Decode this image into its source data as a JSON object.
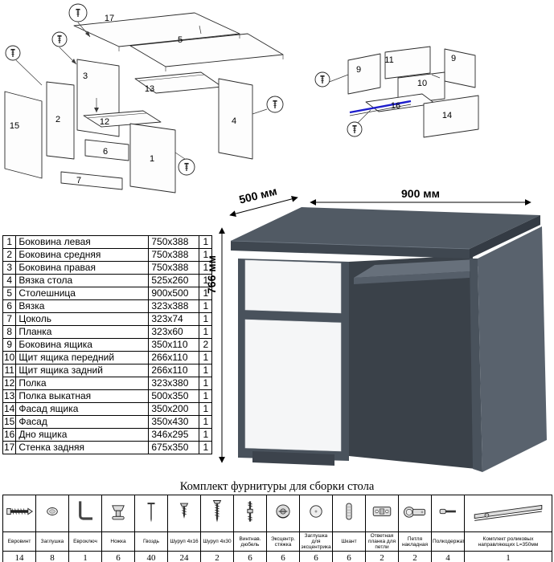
{
  "colors": {
    "desk_body": "#4e5760",
    "desk_top": "#515a64",
    "desk_front_panels": "#f5f6f7",
    "interior_shadow": "#3a4149",
    "highlight_blue": "#1c1ccc"
  },
  "desk": {
    "width_label": "900 мм",
    "depth_label": "500 мм",
    "height_label": "766 мм"
  },
  "diagram_left": {
    "labels": [
      "17",
      "5",
      "3",
      "13",
      "12",
      "2",
      "15",
      "1",
      "6",
      "7",
      "4"
    ]
  },
  "diagram_right": {
    "labels": [
      "9",
      "11",
      "9",
      "10",
      "16",
      "14"
    ]
  },
  "parts": {
    "rows": [
      {
        "num": "1",
        "name": "Боковина левая",
        "size": "750x388",
        "qty": "1"
      },
      {
        "num": "2",
        "name": "Боковина средняя",
        "size": "750x388",
        "qty": "1"
      },
      {
        "num": "3",
        "name": "Боковина правая",
        "size": "750x388",
        "qty": "1"
      },
      {
        "num": "4",
        "name": "Вязка стола",
        "size": "525x260",
        "qty": "1"
      },
      {
        "num": "5",
        "name": "Столешница",
        "size": "900x500",
        "qty": "1"
      },
      {
        "num": "6",
        "name": "Вязка",
        "size": "323x388",
        "qty": "1"
      },
      {
        "num": "7",
        "name": "Цоколь",
        "size": "323x74",
        "qty": "1"
      },
      {
        "num": "8",
        "name": "Планка",
        "size": "323x60",
        "qty": "1"
      },
      {
        "num": "9",
        "name": "Боковина ящика",
        "size": "350x110",
        "qty": "2"
      },
      {
        "num": "10",
        "name": "Щит ящика передний",
        "size": "266x110",
        "qty": "1"
      },
      {
        "num": "11",
        "name": "Щит ящика задний",
        "size": "266x110",
        "qty": "1"
      },
      {
        "num": "12",
        "name": "Полка",
        "size": "323x380",
        "qty": "1"
      },
      {
        "num": "13",
        "name": "Полка выкатная",
        "size": "500x350",
        "qty": "1"
      },
      {
        "num": "14",
        "name": "Фасад ящика",
        "size": "350x200",
        "qty": "1"
      },
      {
        "num": "15",
        "name": "Фасад",
        "size": "350x430",
        "qty": "1"
      },
      {
        "num": "16",
        "name": "Дно ящика",
        "size": "346x295",
        "qty": "1"
      },
      {
        "num": "17",
        "name": "Стенка задняя",
        "size": "675x350",
        "qty": "1"
      }
    ]
  },
  "hardware": {
    "title": "Комплект фурнитуры для сборки стола",
    "items": [
      {
        "label": "Евровинт",
        "qty": "14",
        "icon": "confirmat-screw-icon"
      },
      {
        "label": "Заглушка",
        "qty": "8",
        "icon": "cap-plug-icon"
      },
      {
        "label": "Евроключ",
        "qty": "1",
        "icon": "hex-key-icon"
      },
      {
        "label": "Ножка",
        "qty": "6",
        "icon": "furniture-foot-icon"
      },
      {
        "label": "Гвоздь",
        "qty": "40",
        "icon": "nail-icon"
      },
      {
        "label": "Шуруп 4x16",
        "qty": "24",
        "icon": "screw-4x16-icon"
      },
      {
        "label": "Шуруп 4x30",
        "qty": "2",
        "icon": "screw-4x30-icon"
      },
      {
        "label": "Винтнав. дюбель",
        "qty": "6",
        "icon": "dowel-screw-icon"
      },
      {
        "label": "Эксцентр. стяжка",
        "qty": "6",
        "icon": "cam-lock-icon"
      },
      {
        "label": "Заглушка для эксцентрика",
        "qty": "6",
        "icon": "cam-cap-icon"
      },
      {
        "label": "Шкант",
        "qty": "6",
        "icon": "wood-dowel-icon"
      },
      {
        "label": "Ответная планка для петли",
        "qty": "2",
        "icon": "hinge-plate-icon"
      },
      {
        "label": "Петля накладная",
        "qty": "2",
        "icon": "overlay-hinge-icon"
      },
      {
        "label": "Полкодержатель",
        "qty": "4",
        "icon": "shelf-pin-icon"
      },
      {
        "label": "Комплект роликовых направляющих L=350мм",
        "qty": "1",
        "icon": "roller-guides-icon"
      }
    ]
  }
}
